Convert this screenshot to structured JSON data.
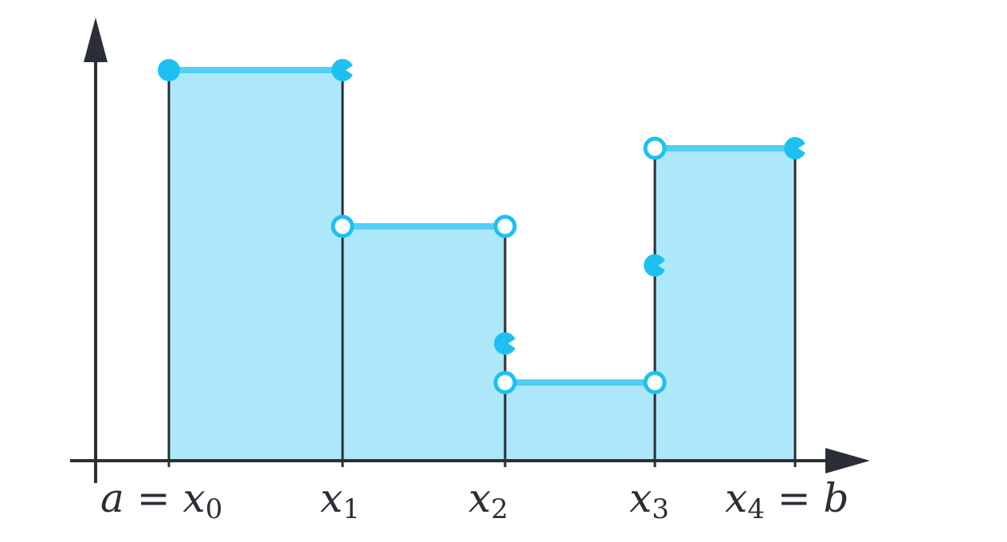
{
  "diagram": {
    "type": "step-function",
    "colors": {
      "axis": "#2a2e35",
      "fill": "#ade8fa",
      "line": "#4fcff7",
      "dot": "#1ec0f2",
      "dot_open_fill": "#ffffff"
    },
    "x_labels": [
      {
        "name": "a-equals-x0",
        "parts": [
          [
            "a = x",
            ""
          ],
          [
            "0",
            "sub"
          ]
        ]
      },
      {
        "name": "x1",
        "parts": [
          [
            "x",
            ""
          ],
          [
            "1",
            "sub"
          ]
        ]
      },
      {
        "name": "x2",
        "parts": [
          [
            "x",
            ""
          ],
          [
            "2",
            "sub"
          ]
        ]
      },
      {
        "name": "x3",
        "parts": [
          [
            "x",
            ""
          ],
          [
            "3",
            "sub"
          ]
        ]
      },
      {
        "name": "x4-equals-b",
        "parts": [
          [
            "x",
            ""
          ],
          [
            "4",
            "sub"
          ],
          [
            " = b",
            ""
          ]
        ]
      }
    ],
    "breakpoints": [
      0,
      1,
      2,
      3,
      4
    ],
    "steps": [
      {
        "from": 0,
        "to": 1,
        "value": 5
      },
      {
        "from": 1,
        "to": 2,
        "value": 3
      },
      {
        "from": 2,
        "to": 3,
        "value": 1
      },
      {
        "from": 3,
        "to": 4,
        "value": 4
      }
    ],
    "points": [
      {
        "x": 0,
        "y": 5,
        "style": "closed"
      },
      {
        "x": 1,
        "y": 5,
        "style": "half-left"
      },
      {
        "x": 1,
        "y": 3,
        "style": "open"
      },
      {
        "x": 2,
        "y": 3,
        "style": "open"
      },
      {
        "x": 2,
        "y": 1.5,
        "style": "half-left"
      },
      {
        "x": 2,
        "y": 1,
        "style": "open"
      },
      {
        "x": 3,
        "y": 1,
        "style": "open"
      },
      {
        "x": 3,
        "y": 4,
        "style": "open"
      },
      {
        "x": 3,
        "y": 2.5,
        "style": "half-left"
      },
      {
        "x": 4,
        "y": 4,
        "style": "half-left"
      }
    ]
  }
}
